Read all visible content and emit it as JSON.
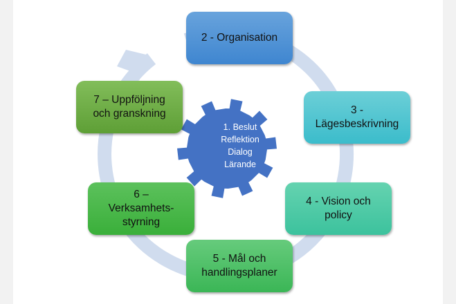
{
  "diagram": {
    "center": {
      "label": "1. Beslut\nReflektion\nDialog\nLärande",
      "color": "#4472c4"
    },
    "steps": [
      {
        "id": 2,
        "label": "2 - Organisation",
        "color": "#4a8dd4"
      },
      {
        "id": 3,
        "label": "3 -\nLägesbeskrivning",
        "color": "#48c2cf"
      },
      {
        "id": 4,
        "label": "4 - Vision och\npolicy",
        "color": "#48c8a3"
      },
      {
        "id": 5,
        "label": "5 - Mål och\nhandlingsplaner",
        "color": "#46bd61"
      },
      {
        "id": 6,
        "label": "6 –\nVerksamhets-\nstyrning",
        "color": "#43b543"
      },
      {
        "id": 7,
        "label": "7 – Uppföljning\noch granskning",
        "color": "#6aa840"
      }
    ],
    "cycle_arrow_color": "#d0dcee"
  }
}
